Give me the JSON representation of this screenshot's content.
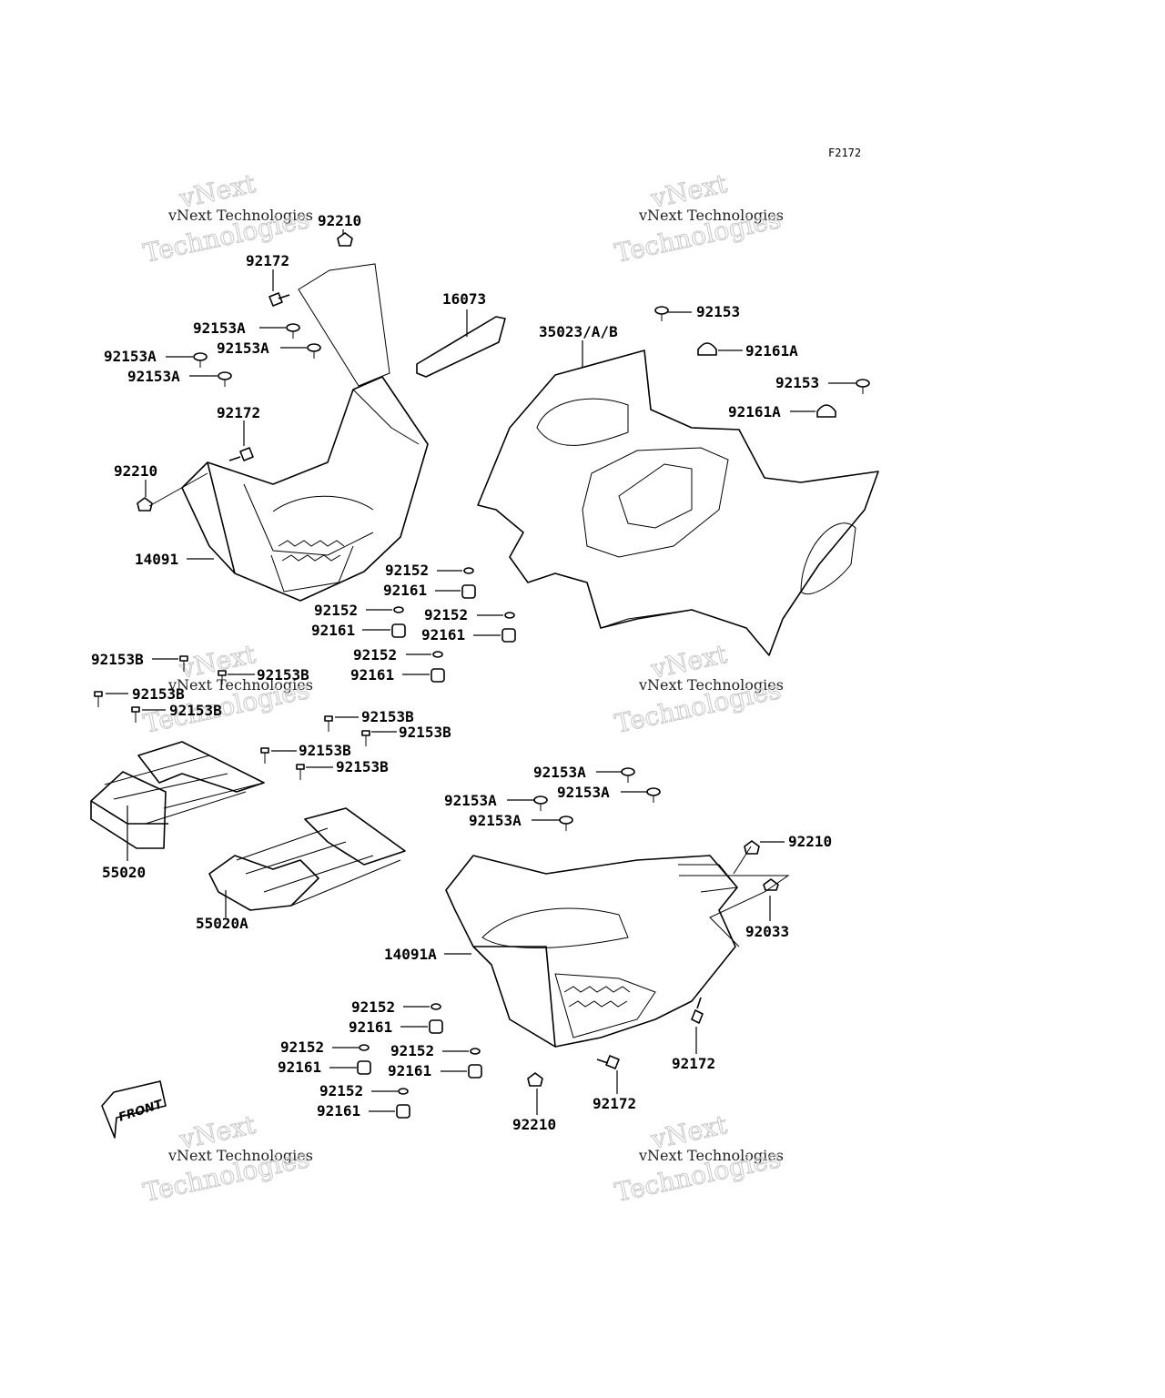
{
  "diagram": {
    "figure_code": "F2172",
    "front_label": "FRONT",
    "watermark": {
      "line1": "vNext Technologies",
      "line2": "Technologies",
      "line3": "vNext"
    },
    "parts": [
      {
        "id": "92210_a",
        "label": "92210"
      },
      {
        "id": "92172_a",
        "label": "92172"
      },
      {
        "id": "92153A_a",
        "label": "92153A"
      },
      {
        "id": "92153A_b",
        "label": "92153A"
      },
      {
        "id": "92153A_c",
        "label": "92153A"
      },
      {
        "id": "92153A_d",
        "label": "92153A"
      },
      {
        "id": "92172_b",
        "label": "92172"
      },
      {
        "id": "92210_b",
        "label": "92210"
      },
      {
        "id": "14091",
        "label": "14091"
      },
      {
        "id": "16073",
        "label": "16073"
      },
      {
        "id": "35023",
        "label": "35023/A/B"
      },
      {
        "id": "92153_a",
        "label": "92153"
      },
      {
        "id": "92161A_a",
        "label": "92161A"
      },
      {
        "id": "92153_b",
        "label": "92153"
      },
      {
        "id": "92161A_b",
        "label": "92161A"
      },
      {
        "id": "92152_a",
        "label": "92152"
      },
      {
        "id": "92161_a",
        "label": "92161"
      },
      {
        "id": "92152_b",
        "label": "92152"
      },
      {
        "id": "92161_b",
        "label": "92161"
      },
      {
        "id": "92152_c",
        "label": "92152"
      },
      {
        "id": "92161_c",
        "label": "92161"
      },
      {
        "id": "92152_d",
        "label": "92152"
      },
      {
        "id": "92161_d",
        "label": "92161"
      },
      {
        "id": "92153B_a",
        "label": "92153B"
      },
      {
        "id": "92153B_b",
        "label": "92153B"
      },
      {
        "id": "92153B_c",
        "label": "92153B"
      },
      {
        "id": "92153B_d",
        "label": "92153B"
      },
      {
        "id": "92153B_e",
        "label": "92153B"
      },
      {
        "id": "92153B_f",
        "label": "92153B"
      },
      {
        "id": "92153B_g",
        "label": "92153B"
      },
      {
        "id": "92153B_h",
        "label": "92153B"
      },
      {
        "id": "55020",
        "label": "55020"
      },
      {
        "id": "55020A",
        "label": "55020A"
      },
      {
        "id": "92153A_e",
        "label": "92153A"
      },
      {
        "id": "92153A_f",
        "label": "92153A"
      },
      {
        "id": "92153A_g",
        "label": "92153A"
      },
      {
        "id": "92153A_h",
        "label": "92153A"
      },
      {
        "id": "92210_c",
        "label": "92210"
      },
      {
        "id": "92033",
        "label": "92033"
      },
      {
        "id": "14091A",
        "label": "14091A"
      },
      {
        "id": "92172_c",
        "label": "92172"
      },
      {
        "id": "92172_d",
        "label": "92172"
      },
      {
        "id": "92210_d",
        "label": "92210"
      },
      {
        "id": "92152_e",
        "label": "92152"
      },
      {
        "id": "92161_e",
        "label": "92161"
      },
      {
        "id": "92152_f",
        "label": "92152"
      },
      {
        "id": "92161_f",
        "label": "92161"
      },
      {
        "id": "92152_g",
        "label": "92152"
      },
      {
        "id": "92161_g",
        "label": "92161"
      },
      {
        "id": "92152_h",
        "label": "92152"
      },
      {
        "id": "92161_h",
        "label": "92161"
      }
    ]
  }
}
